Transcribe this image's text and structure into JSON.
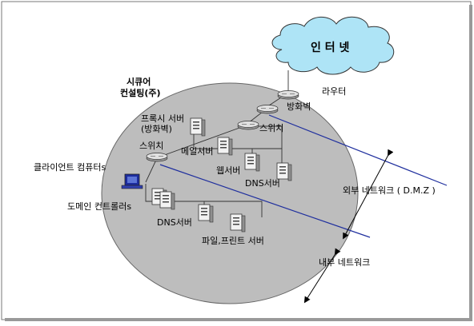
{
  "diagram": {
    "internet": "인 터 넷",
    "company_line1": "시큐어",
    "company_line2": "컨설팅(주)",
    "router": "라우터",
    "firewall_outer": "방화벽",
    "switch_dmz": "스위치",
    "proxy_line1": "프록시 서버",
    "proxy_line2": "(방화벽)",
    "switch_inner": "스위치",
    "mail_server": "메일서버",
    "web_server": "웹서버",
    "dns_server_dmz": "DNS서버",
    "client_computers": "클라이언트 컴퓨터s",
    "domain_controllers": "도메인 컨트롤러s",
    "dns_server_inner": "DNS서버",
    "file_print_server": "파일,프린트 서버",
    "outer_network": "외부 네트워크 ( D.M.Z )",
    "inner_network": "내부 네트워크"
  },
  "colors": {
    "ellipse_fill": "#bdbdbd",
    "cloud_fill": "#aee4f6",
    "boundary_line": "#1f2f9e"
  }
}
